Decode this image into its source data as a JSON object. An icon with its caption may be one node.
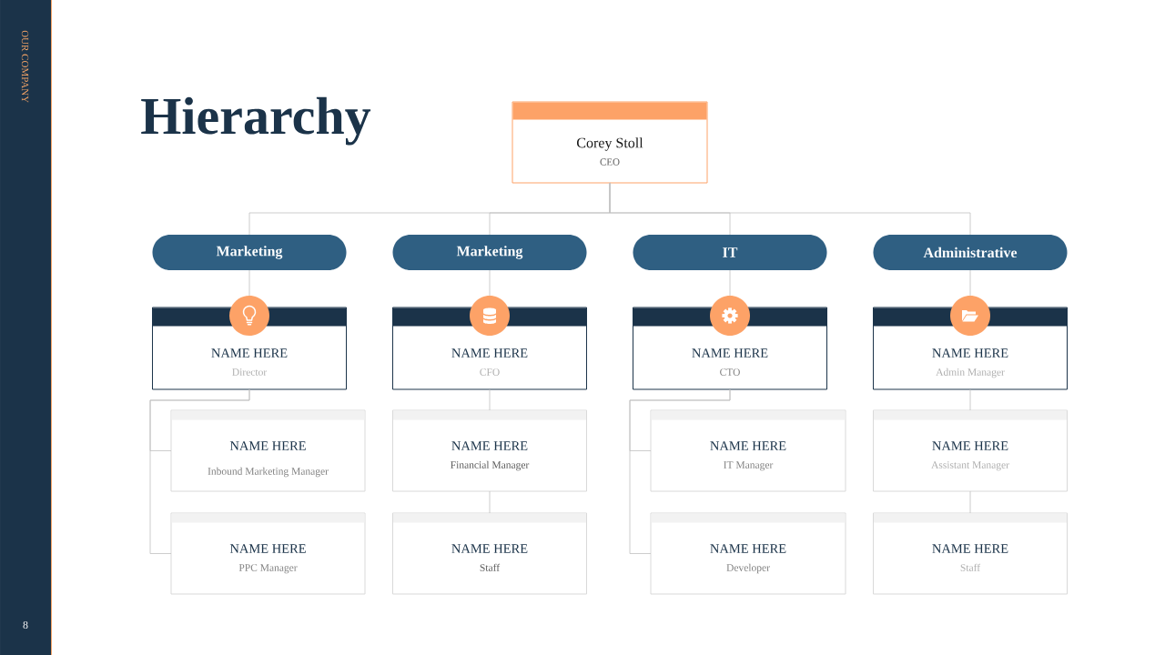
{
  "diagram": {
    "title": "Hierarchy",
    "nodes": [
      {
        "text": [
          "Corey Stoll",
          "CEO"
        ]
      },
      {
        "text": [
          "Marketing"
        ]
      },
      {
        "text": [
          "Marketing"
        ]
      },
      {
        "text": [
          "IT"
        ]
      },
      {
        "text": [
          "Administrative"
        ]
      },
      {
        "text": [
          "NAME HERE",
          "Director"
        ]
      },
      {
        "text": [
          "NAME HERE",
          "CFO"
        ]
      },
      {
        "text": [
          "NAME HERE",
          "CTO"
        ]
      },
      {
        "text": [
          "NAME HERE",
          "Admin Manager"
        ]
      },
      {
        "text": [
          "NAME HERE",
          "Inbound Marketing Manager"
        ]
      },
      {
        "text": [
          "NAME HERE",
          "Financial Manager"
        ]
      },
      {
        "text": [
          "NAME HERE",
          "IT Manager"
        ]
      },
      {
        "text": [
          "NAME HERE",
          "Assistant Manager"
        ]
      },
      {
        "text": [
          "NAME HERE",
          "PPC Manager"
        ]
      },
      {
        "text": [
          "NAME HERE",
          "Staff"
        ]
      },
      {
        "text": [
          "NAME HERE",
          "Developer"
        ]
      },
      {
        "text": [
          "NAME HERE",
          "Staff"
        ]
      }
    ],
    "edges": [
      {
        "from": 0,
        "to": 1,
        "arrow": "none"
      },
      {
        "from": 0,
        "to": 2,
        "arrow": "none"
      },
      {
        "from": 0,
        "to": 3,
        "arrow": "none"
      },
      {
        "from": 0,
        "to": 4,
        "arrow": "none"
      },
      {
        "from": 1,
        "to": 5,
        "arrow": "none"
      },
      {
        "from": 2,
        "to": 6,
        "arrow": "none"
      },
      {
        "from": 3,
        "to": 7,
        "arrow": "none"
      },
      {
        "from": 4,
        "to": 8,
        "arrow": "none"
      },
      {
        "from": 5,
        "to": 9,
        "arrow": "none"
      },
      {
        "from": 5,
        "to": 13,
        "arrow": "none"
      },
      {
        "from": 6,
        "to": 10,
        "arrow": "none"
      },
      {
        "from": 10,
        "to": 14,
        "arrow": "none"
      },
      {
        "from": 7,
        "to": 11,
        "arrow": "none"
      },
      {
        "from": 7,
        "to": 15,
        "arrow": "none"
      },
      {
        "from": 8,
        "to": 12,
        "arrow": "none"
      },
      {
        "from": 12,
        "to": 16,
        "arrow": "none"
      }
    ],
    "labels": [
      "OUR COMPANY",
      "8"
    ]
  }
}
